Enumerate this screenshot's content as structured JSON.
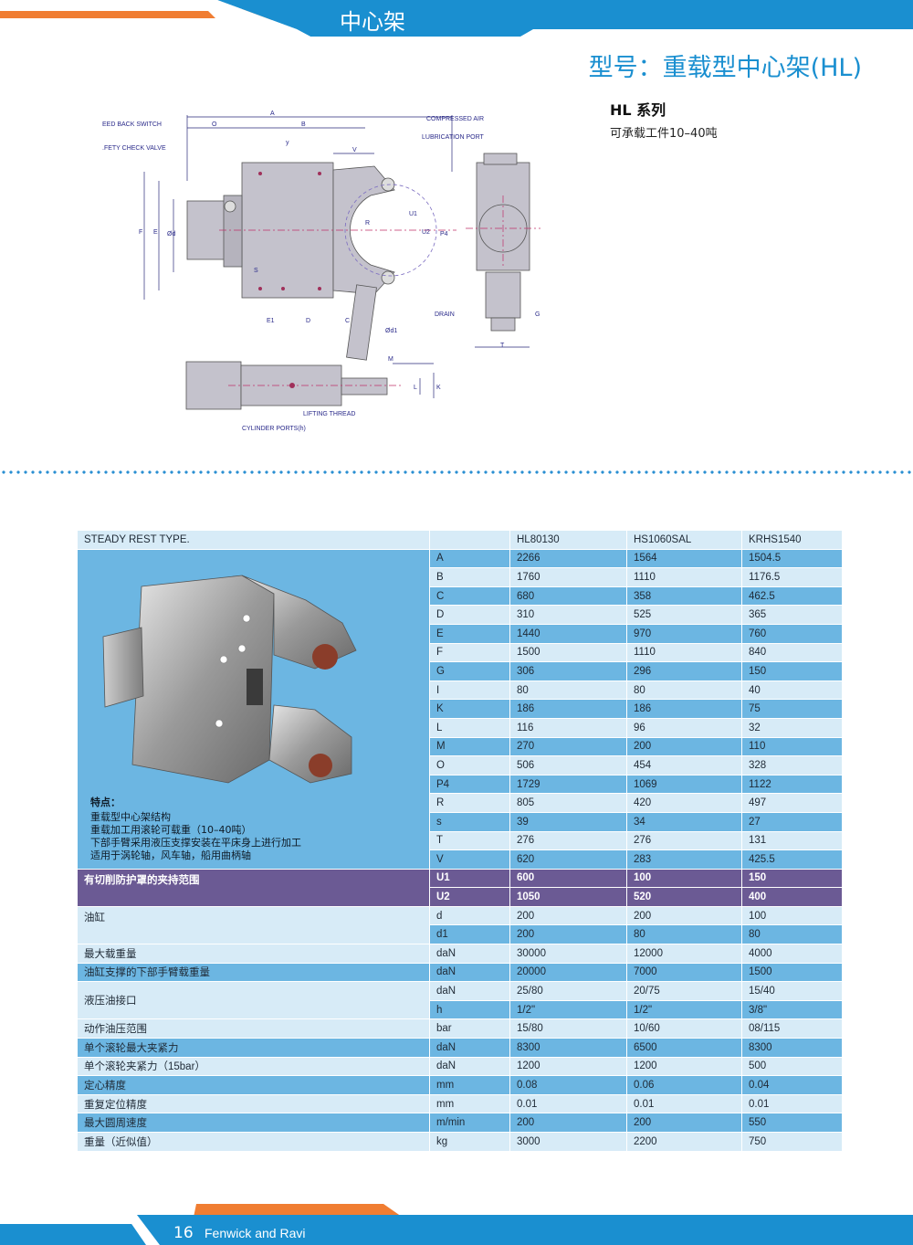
{
  "header": {
    "title": "中心架"
  },
  "model": {
    "title": "型号：重载型中心架(HL)",
    "series": "HL 系列",
    "capacity": "可承载工件10–40吨"
  },
  "drawing_labels": {
    "feed_back_switch": "EED BACK SWITCH",
    "safety_check_valve": ".FETY CHECK VALVE",
    "compressed_air": "COMPRESSED AIR",
    "lubrication_port": "LUBRICATION PORT",
    "drain": "DRAIN",
    "lifting_thread": "LIFTING THREAD",
    "cylinder_ports": "CYLINDER PORTS(h)",
    "A": "A",
    "B": "B",
    "O": "O",
    "V": "V",
    "y": "y",
    "F": "F",
    "E": "E",
    "Od": "Ød",
    "U1": "U1",
    "U2": "U2",
    "P4": "P4",
    "S": "S",
    "E1": "E1",
    "D": "D",
    "C": "C",
    "Od1": "Ød1",
    "T": "T",
    "G": "G",
    "M": "M",
    "K": "K",
    "L": "L",
    "R": "R"
  },
  "table": {
    "header": {
      "label": "STEADY REST TYPE.",
      "col1": "HL80130",
      "col2": "HS1060SAL",
      "col3": "KRHS1540"
    },
    "features": {
      "title": "特点：",
      "lines": [
        "重载型中心架结构",
        "重载加工用滚轮可载重（10–40吨）",
        "下部手臂采用液压支撑安装在平床身上进行加工",
        "适用于涡轮轴，风车轴，船用曲柄轴"
      ]
    },
    "dims": [
      [
        "A",
        "2266",
        "1564",
        "1504.5"
      ],
      [
        "B",
        "1760",
        "1110",
        "1176.5"
      ],
      [
        "C",
        "680",
        "358",
        "462.5"
      ],
      [
        "D",
        "310",
        "525",
        "365"
      ],
      [
        "E",
        "1440",
        "970",
        "760"
      ],
      [
        "F",
        "1500",
        "1110",
        "840"
      ],
      [
        "G",
        "306",
        "296",
        "150"
      ],
      [
        "I",
        "80",
        "80",
        "40"
      ],
      [
        "K",
        "186",
        "186",
        "75"
      ],
      [
        "L",
        "116",
        "96",
        "32"
      ],
      [
        "M",
        "270",
        "200",
        "110"
      ],
      [
        "O",
        "506",
        "454",
        "328"
      ],
      [
        "P4",
        "1729",
        "1069",
        "1122"
      ],
      [
        "R",
        "805",
        "420",
        "497"
      ],
      [
        "s",
        "39",
        "34",
        "27"
      ],
      [
        "T",
        "276",
        "276",
        "131"
      ],
      [
        "V",
        "620",
        "283",
        "425.5"
      ]
    ],
    "clamp_label": "有切削防护罩的夹持范围",
    "clamp": [
      [
        "U1",
        "600",
        "100",
        "150"
      ],
      [
        "U2",
        "1050",
        "520",
        "400"
      ]
    ],
    "cylinder_label": "油缸",
    "cylinder": [
      [
        "d",
        "200",
        "200",
        "100"
      ],
      [
        "d1",
        "200",
        "80",
        "80"
      ]
    ],
    "max_load": [
      "最大载重量",
      "daN",
      "30000",
      "12000",
      "4000"
    ],
    "lower_arm_load": [
      "油缸支撑的下部手臂载重量",
      "daN",
      "20000",
      "7000",
      "1500"
    ],
    "oil_port_label": "液压油接口",
    "oil_port": [
      [
        "daN",
        "25/80",
        "20/75",
        "15/40"
      ],
      [
        "h",
        "1/2\"",
        "1/2\"",
        "3/8\""
      ]
    ],
    "rest_rows": [
      [
        "动作油压范围",
        "bar",
        "15/80",
        "10/60",
        "08/115"
      ],
      [
        "单个滚轮最大夹紧力",
        "daN",
        "8300",
        "6500",
        "8300"
      ],
      [
        "单个滚轮夹紧力（15bar）",
        "daN",
        "1200",
        "1200",
        "500"
      ],
      [
        "定心精度",
        "mm",
        "0.08",
        "0.06",
        "0.04"
      ],
      [
        "重复定位精度",
        "mm",
        "0.01",
        "0.01",
        "0.01"
      ],
      [
        "最大圆周速度",
        "m/min",
        "200",
        "200",
        "550"
      ],
      [
        "重量（近似值）",
        "kg",
        "3000",
        "2200",
        "750"
      ]
    ]
  },
  "footer": {
    "page": "16",
    "brand": "Fenwick and Ravi"
  },
  "colors": {
    "blue": "#1a8fd0",
    "orange": "#f07d32",
    "table_dark": "#6cb6e2",
    "table_light": "#d7ebf7",
    "purple": "#6b5a94"
  }
}
